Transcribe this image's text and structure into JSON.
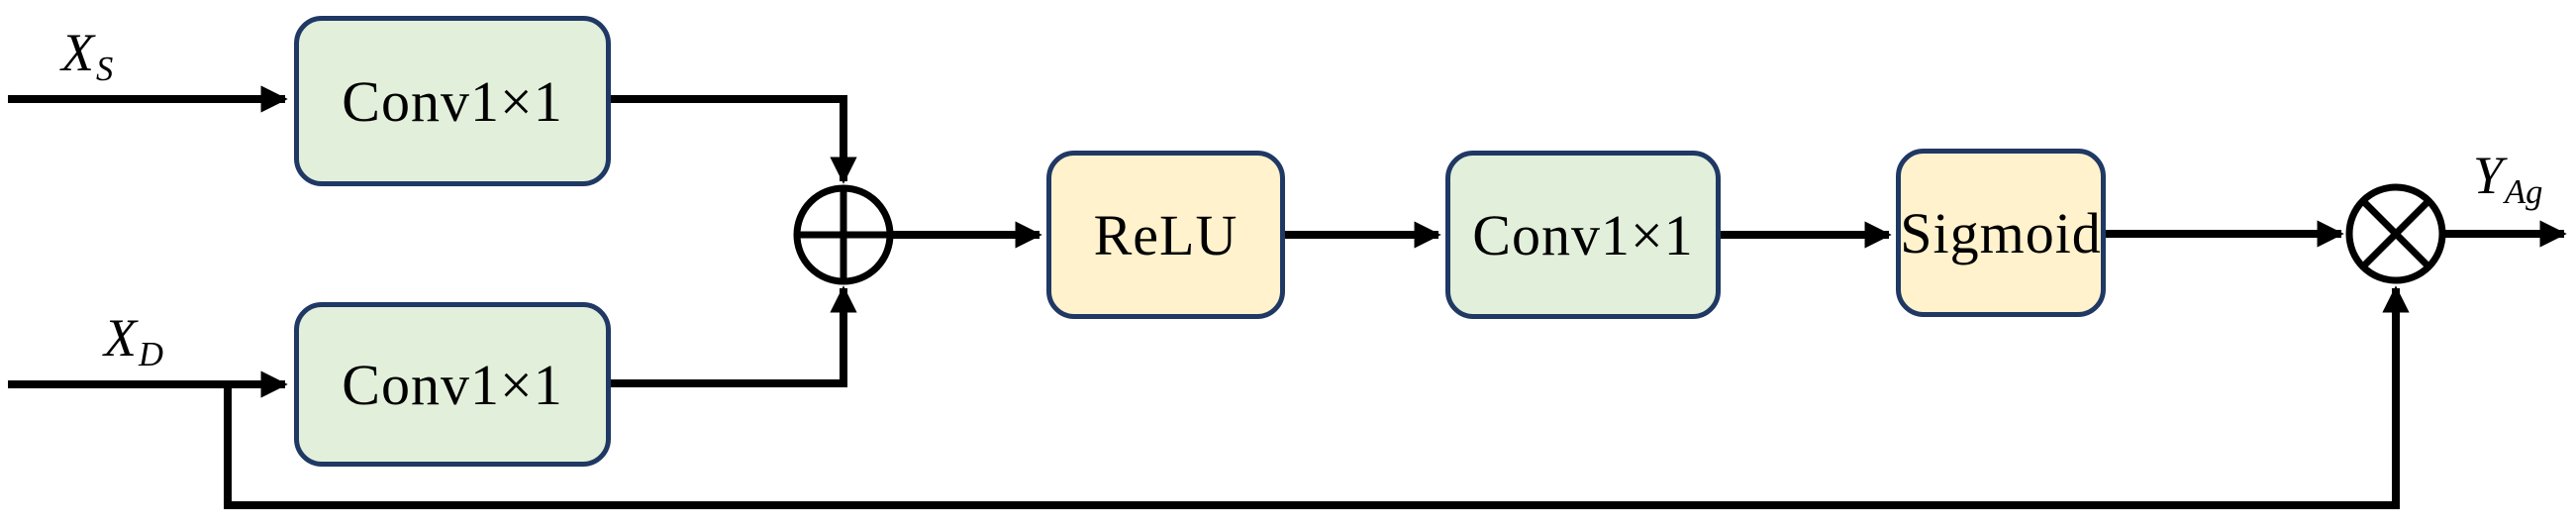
{
  "diagram": {
    "inputs": [
      {
        "id": "xs",
        "label_main": "X",
        "label_sub": "S"
      },
      {
        "id": "xd",
        "label_main": "X",
        "label_sub": "D"
      }
    ],
    "output": {
      "label_main": "Y",
      "label_sub": "Ag"
    },
    "blocks": [
      {
        "id": "conv_top",
        "label": "Conv1×1",
        "type": "conv"
      },
      {
        "id": "conv_bottom",
        "label": "Conv1×1",
        "type": "conv"
      },
      {
        "id": "relu",
        "label": "ReLU",
        "type": "activation"
      },
      {
        "id": "conv_mid",
        "label": "Conv1×1",
        "type": "conv"
      },
      {
        "id": "sigmoid",
        "label": "Sigmoid",
        "type": "activation"
      }
    ],
    "operators": [
      {
        "id": "add",
        "symbol": "⊕"
      },
      {
        "id": "multiply",
        "symbol": "⊗"
      }
    ],
    "colors": {
      "conv_fill": "#e2efda",
      "activation_fill": "#fff2cc",
      "border": "#1f3864",
      "line": "#000000",
      "background": "#ffffff"
    }
  }
}
